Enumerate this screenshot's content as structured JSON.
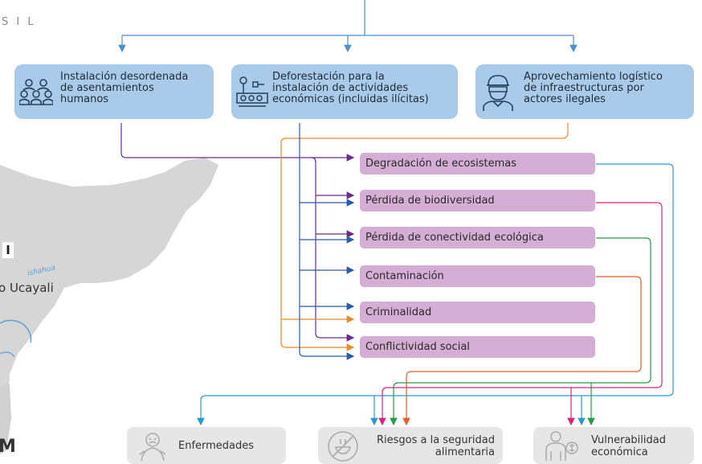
{
  "map": {
    "country_label": "S I L",
    "place_labels": {
      "region_mark": "I",
      "river_small": "ishahua",
      "region_name": "o Ucayali",
      "corner_letter": "M"
    }
  },
  "causes": [
    {
      "label": "Instalación desordenada\nde asentamientos\nhumanos",
      "icon": "people-group-icon"
    },
    {
      "label": "Deforestación para la\ninstalación de actividades\neconómicas (incluidas ilícitas)",
      "icon": "deforestation-icon"
    },
    {
      "label": "Aprovechamiento logístico\nde infraestructuras por\nactores ilegales",
      "icon": "masked-person-icon"
    }
  ],
  "effects": [
    {
      "label": "Degradación de ecosistemas"
    },
    {
      "label": "Pérdida de biodiversidad"
    },
    {
      "label": "Pérdida de conectividad ecológica"
    },
    {
      "label": "Contaminación"
    },
    {
      "label": "Criminalidad"
    },
    {
      "label": "Conflictividad social"
    }
  ],
  "outcomes": [
    {
      "label": "Enfermedades",
      "icon": "sick-person-icon"
    },
    {
      "label": "Riesgos a la seguridad\nalimentaria",
      "icon": "food-prohibited-icon"
    },
    {
      "label": "Vulnerabilidad\neconómica",
      "icon": "person-money-icon"
    }
  ],
  "colors": {
    "blue_arrows": "#4a90d0",
    "purple_arrows": "#6d2a8c",
    "orange_arrows": "#ea8a2a",
    "dark_blue_arrows": "#2b5ca8",
    "cause_fill": "#a9cbe9",
    "effect_fill": "#d4aed4",
    "outcome_fill": "#e6e6e6",
    "cyan_link": "#2a9ad6",
    "magenta_link": "#d8247c",
    "green_link": "#2a9a48",
    "red_orange_link": "#e85c2a"
  }
}
